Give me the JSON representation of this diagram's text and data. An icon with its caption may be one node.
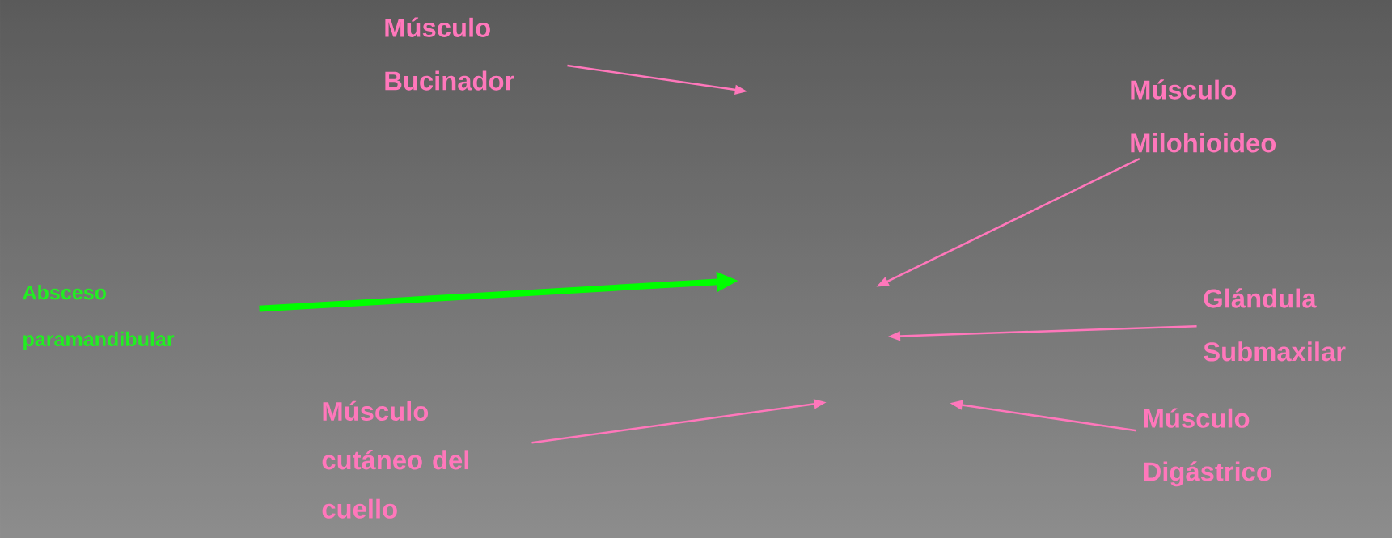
{
  "diagram": {
    "nodes": [
      {
        "text": [
          "Músculo Bucinador"
        ]
      },
      {
        "text": [
          "Músculo Milohioideo"
        ]
      },
      {
        "text": [
          "Absceso paramandibular"
        ]
      },
      {
        "text": [
          "Glándula Submaxilar"
        ]
      },
      {
        "text": [
          "Músculo cutáneo del cuello"
        ]
      },
      {
        "text": [
          "Músculo Digástrico"
        ]
      }
    ],
    "edges": [
      {
        "from": 0,
        "to": null,
        "arrow": "to"
      },
      {
        "from": 1,
        "to": null,
        "arrow": "to"
      },
      {
        "from": 2,
        "to": null,
        "arrow": "to",
        "style": "thick",
        "color": "#00ff00"
      },
      {
        "from": 3,
        "to": null,
        "arrow": "to"
      },
      {
        "from": 4,
        "to": null,
        "arrow": "to"
      },
      {
        "from": 5,
        "to": null,
        "arrow": "to"
      }
    ]
  }
}
